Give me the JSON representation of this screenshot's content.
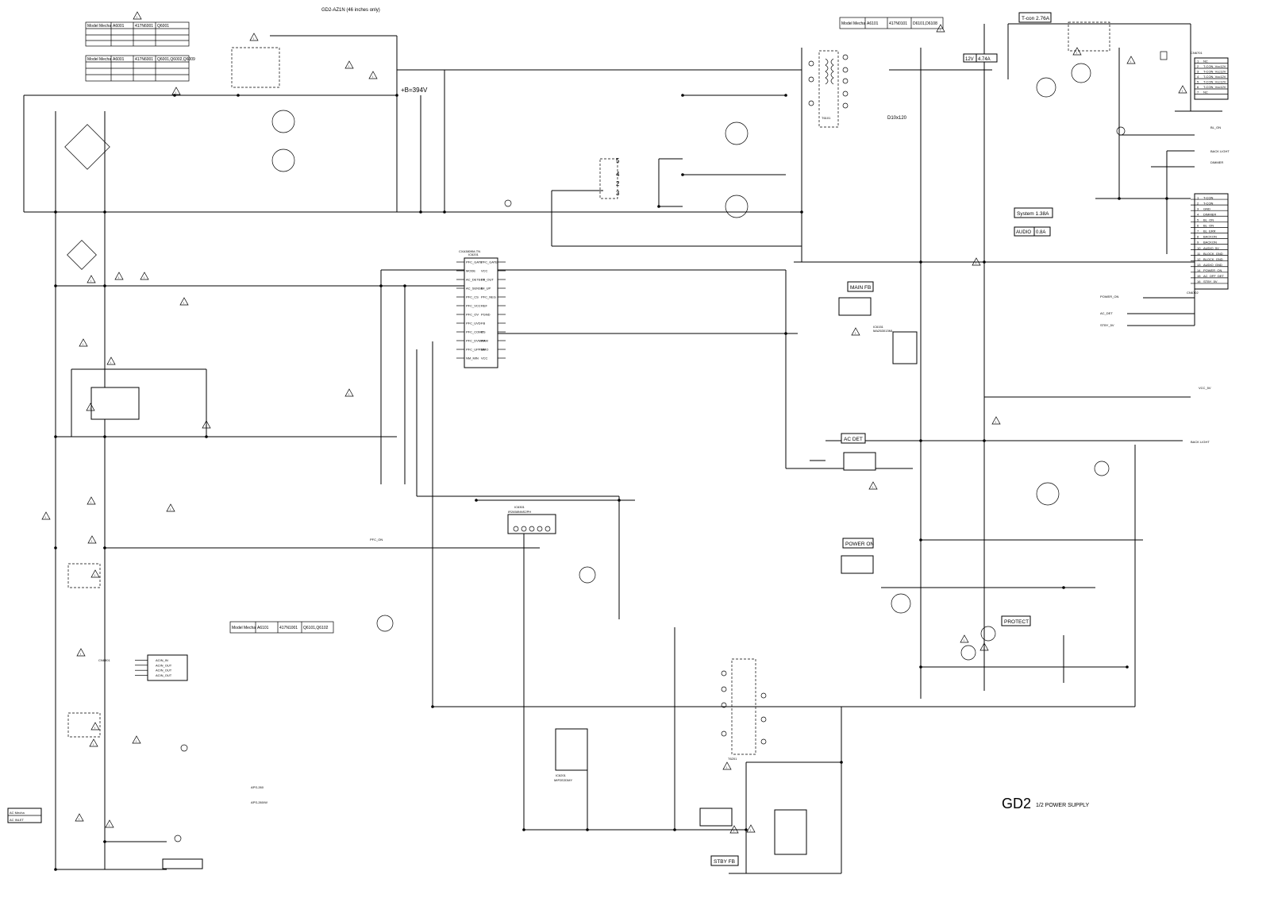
{
  "header": {
    "model_note": "GD2-AZ1N (46 inches only)"
  },
  "title": {
    "main": "GD2",
    "sub": "1/2 POWER SUPPLY"
  },
  "voltage_rails": {
    "b_plus": "+B=394V",
    "v12": "12V",
    "v12_current": "4.74A",
    "tcon": "T-con 2.76A",
    "system": "System 1.38A",
    "audio": "AUDIO",
    "audio_current": "0.8A"
  },
  "blocks": {
    "main_fb": "MAIN FB",
    "ac_det": "AC DET",
    "power_on": "POWER ON",
    "protect": "PROTECT",
    "stby_fb": "STBY FB"
  },
  "model_tables": [
    {
      "col1": "Model Mecha",
      "col2": "A6001",
      "col3": "417N6001",
      "col4": "Q6001"
    },
    {
      "col1": "Model Mecha",
      "col2": "A6001",
      "col3": "417N6001",
      "col4": "Q6001,Q6002,Q6009"
    },
    {
      "col1": "Model Mecha",
      "col2": "A6101",
      "col3": "417N0101",
      "col4": "D6101,D6108"
    },
    {
      "col1": "Model Mecha",
      "col2": "A6101",
      "col3": "417N1001",
      "col4": "Q6101,Q6102"
    }
  ],
  "ic": {
    "pfc_ic": "IC6201",
    "pfc_part": "CXA3809M-TN",
    "pfc_pins_left": [
      "PFC_GATE",
      "MODE",
      "AC_DETECT",
      "AC_SENSE",
      "PFC_CS",
      "PFC_VCC",
      "PFC_OV",
      "PFC_UVD",
      "PFC_COMP",
      "PFC_DVMAX",
      "PFC_UPPER",
      "NM_MIN"
    ],
    "pfc_pins_right": [
      "PFC_GATE",
      "VCC",
      "FB_OUT",
      "IM_UP",
      "PFC_NEG",
      "REF",
      "PGND",
      "FB",
      "CS",
      "RAM",
      "NMO",
      "VCC"
    ],
    "sr_ic": "IC6301",
    "sr_part": "IR2658NNS2PH",
    "stby_ic": "IC6201",
    "stby_part": "MIP2E2DMY",
    "fb_ic": "IC6151",
    "fb_part": "MAZ63013ML"
  },
  "connectors": {
    "output": "CN6701",
    "output_pins": [
      "NC",
      "T-CON_Vcc12V",
      "T-CON_Vcc12V",
      "T-CON_Vcc12V",
      "T-CON_Vcc12V",
      "T-CON_Vcc12V",
      "NC"
    ],
    "system": "CN6702",
    "system_pins": [
      "T-CON",
      "T-CON",
      "GND",
      "DIMMER",
      "BL_ON",
      "BL_ON",
      "BL_ERR",
      "BACKON",
      "BACKON",
      "AUDIO_5V",
      "BLOCK_GND",
      "BLOCK_GND",
      "AUDIO_GND",
      "POWER_ON",
      "AC_OFF_DET",
      "STBY_5V"
    ],
    "ac_input": "AC Mecha",
    "ac_input_label": "AC INLET",
    "tap": "CN6801",
    "tap_pins": [
      "ACIN_IN",
      "ACIN_OUT",
      "ACIN_OUT",
      "ACIN_OUT"
    ]
  },
  "signals": {
    "bl_on": "BL_ON",
    "back_light": "BACK LIGHT",
    "dimmer": "DIMMER",
    "power_on": "POWER_ON",
    "ac_det": "AC_DET",
    "stby": "STBY_5V",
    "vcc": "VCC_5V",
    "pfc_on": "PFC_ON"
  },
  "transformers": {
    "main": "T6101",
    "stby": "T6201",
    "diode_pair": "D10x120"
  },
  "notes": {
    "aps": "APS-260",
    "aps2": "APS-260/W"
  }
}
